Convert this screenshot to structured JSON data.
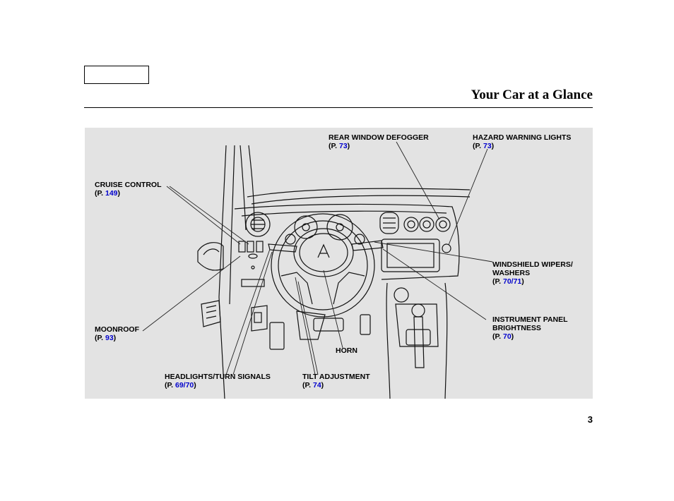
{
  "header": {
    "title": "Your Car at a Glance"
  },
  "page_number": "3",
  "callouts": {
    "rear_defogger": {
      "label": "REAR WINDOW DEFOGGER",
      "p": "(P. ",
      "ref": "73",
      "close": ")"
    },
    "hazard": {
      "label": "HAZARD WARNING LIGHTS",
      "p": "(P. ",
      "ref": "73",
      "close": ")"
    },
    "cruise": {
      "label": "CRUISE CONTROL",
      "p": "(P. ",
      "ref": "149",
      "close": ")"
    },
    "wipers": {
      "label": "WINDSHIELD WIPERS/",
      "label2": "WASHERS",
      "p": "(P. ",
      "ref": "70",
      "sep": "/",
      "ref2": "71",
      "close": ")"
    },
    "brightness": {
      "label": "INSTRUMENT PANEL",
      "label2": "BRIGHTNESS",
      "p": "(P. ",
      "ref": "70",
      "close": ")"
    },
    "moonroof": {
      "label": "MOONROOF",
      "p": "(P. ",
      "ref": "93",
      "close": ")"
    },
    "horn": {
      "label": "HORN"
    },
    "headlights": {
      "label": "HEADLIGHTS/TURN SIGNALS",
      "p": "(P. ",
      "ref": "69",
      "sep": "/",
      "ref2": "70",
      "close": ")"
    },
    "tilt": {
      "label": "TILT ADJUSTMENT",
      "p": "(P. ",
      "ref": "74",
      "close": ")"
    }
  }
}
